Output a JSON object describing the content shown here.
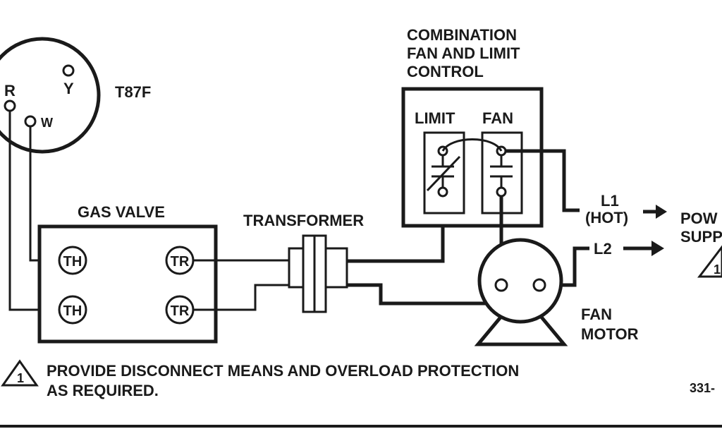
{
  "diagram": {
    "thermostat": {
      "model": "T87F",
      "terminal_r": "R",
      "terminal_y": "Y",
      "terminal_w": "W"
    },
    "gas_valve": {
      "title": "GAS VALVE",
      "th1": "TH",
      "th2": "TH",
      "tr1": "TR",
      "tr2": "TR"
    },
    "transformer": {
      "title": "TRANSFORMER"
    },
    "control": {
      "title_line1": "COMBINATION",
      "title_line2": "FAN AND LIMIT",
      "title_line3": "CONTROL",
      "limit_label": "LIMIT",
      "fan_label": "FAN"
    },
    "power": {
      "l1_line1": "L1",
      "l1_line2": "(HOT)",
      "l2": "L2",
      "supply_line1": "POW",
      "supply_line2": "SUPP",
      "supply_note": "1"
    },
    "fan_motor": {
      "line1": "FAN",
      "line2": "MOTOR"
    },
    "footnote": {
      "number": "1",
      "line1": "PROVIDE DISCONNECT MEANS AND OVERLOAD PROTECTION",
      "line2": "AS REQUIRED."
    },
    "doc_number": "331-"
  }
}
